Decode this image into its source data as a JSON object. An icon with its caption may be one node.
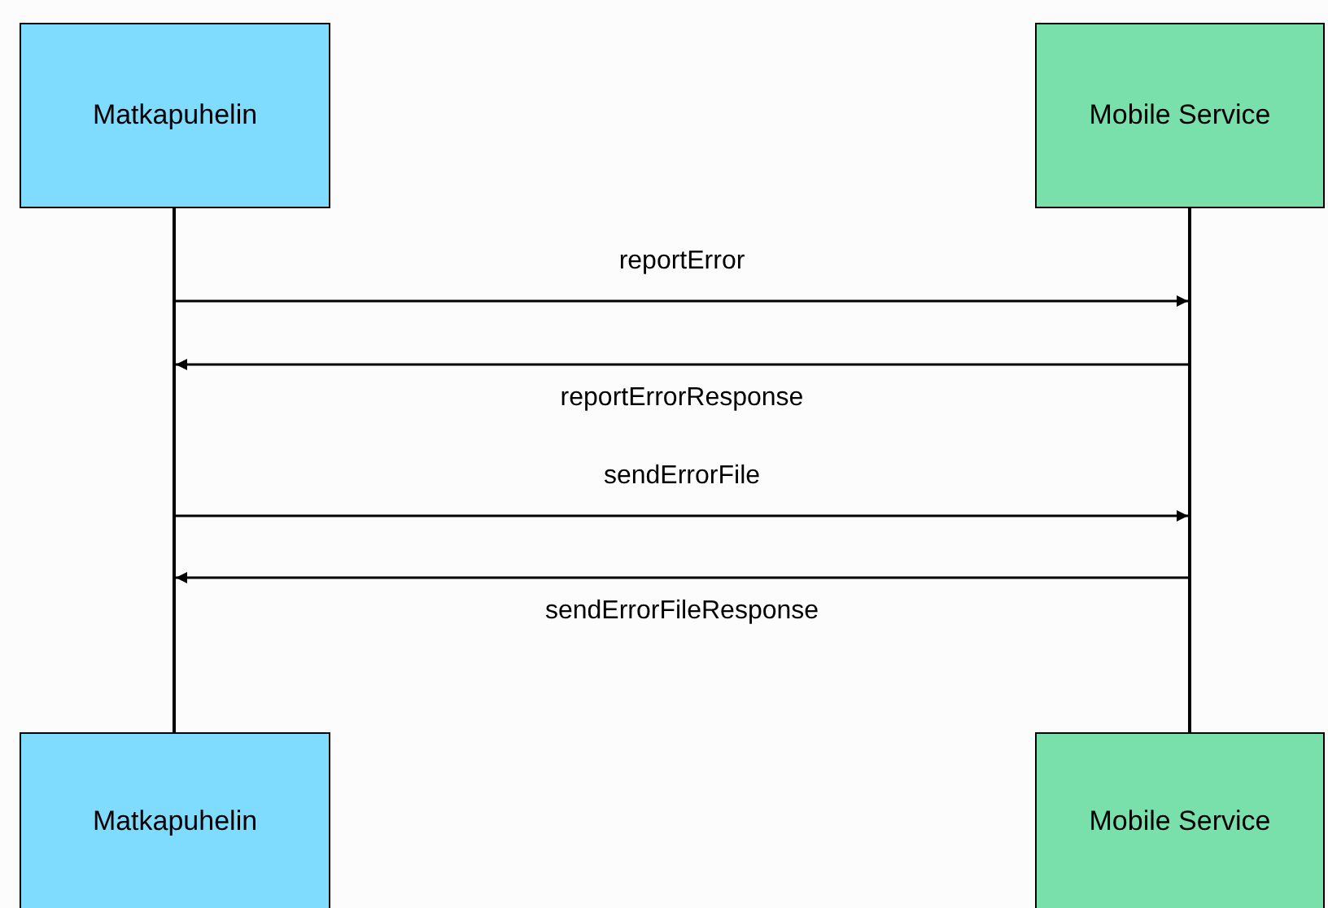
{
  "diagram": {
    "nodes": [
      {
        "text": [
          "Matkapuhelin"
        ]
      },
      {
        "text": [
          "Mobile Service"
        ]
      },
      {
        "text": [],
        "shape": "bar"
      },
      {
        "text": [],
        "shape": "bar"
      },
      {
        "text": [
          "Matkapuhelin"
        ]
      },
      {
        "text": [
          "Mobile Service"
        ]
      }
    ],
    "edges": [
      {
        "from": 2,
        "to": 3,
        "arrow": "to",
        "label": "reportError"
      },
      {
        "from": 3,
        "to": 2,
        "arrow": "to",
        "label": "reportErrorResponse"
      },
      {
        "from": 2,
        "to": 3,
        "arrow": "to",
        "label": "sendErrorFile"
      },
      {
        "from": 3,
        "to": 2,
        "arrow": "to",
        "label": "sendErrorFileResponse"
      }
    ]
  }
}
